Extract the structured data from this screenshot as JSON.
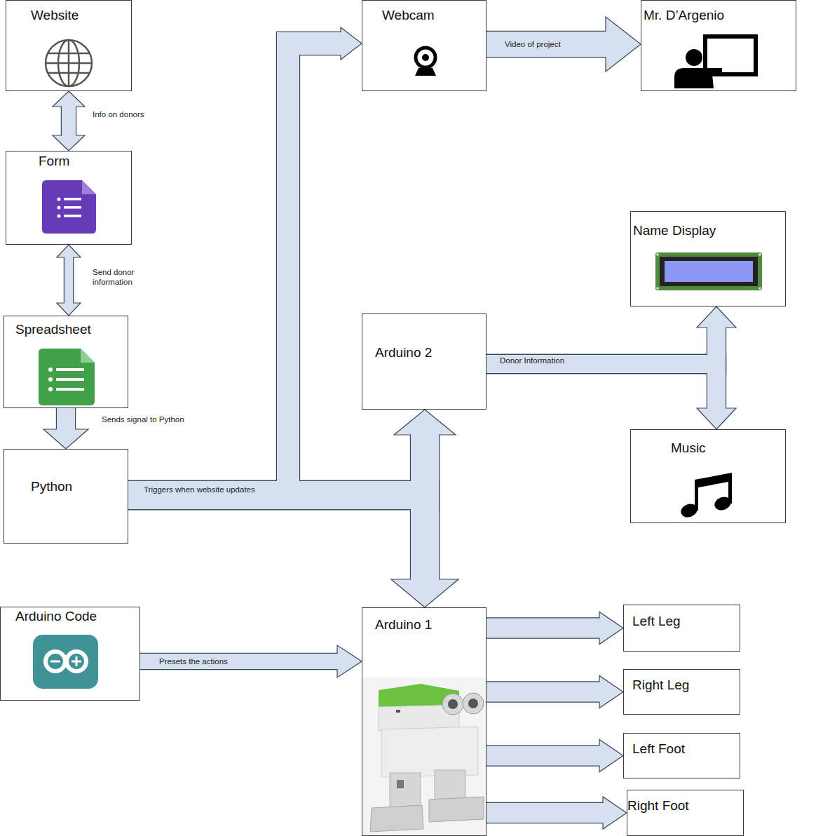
{
  "diagram": {
    "nodes": [
      {
        "text": [
          "Website"
        ]
      },
      {
        "text": [
          "Webcam"
        ]
      },
      {
        "text": [
          "Mr. D’Argenio"
        ]
      },
      {
        "text": [
          "Form"
        ]
      },
      {
        "text": [
          "Name Display"
        ]
      },
      {
        "text": [
          "Spreadsheet"
        ]
      },
      {
        "text": [
          "Arduino 2"
        ]
      },
      {
        "text": [
          "Music"
        ]
      },
      {
        "text": [
          "Python"
        ]
      },
      {
        "text": [
          "Arduino Code"
        ]
      },
      {
        "text": [
          "Arduino 1"
        ]
      },
      {
        "text": [
          "Left Leg"
        ]
      },
      {
        "text": [
          "Right Leg"
        ]
      },
      {
        "text": [
          "Left Foot"
        ]
      },
      {
        "text": [
          "Right Foot"
        ]
      }
    ],
    "edges": [
      {
        "from": 0,
        "to": 3,
        "label": "Info on donors",
        "arrow": "both"
      },
      {
        "from": 3,
        "to": 5,
        "label": "Send donor information",
        "arrow": "both"
      },
      {
        "from": 5,
        "to": 8,
        "label": "Sends signal to Python",
        "arrow": "to"
      },
      {
        "from": 8,
        "to": 1,
        "label": "Triggers when website updates",
        "arrow": "to"
      },
      {
        "from": 8,
        "to": 6,
        "arrow": "to"
      },
      {
        "from": 8,
        "to": 10,
        "arrow": "to"
      },
      {
        "from": 1,
        "to": 2,
        "label": "Video of project",
        "arrow": "to"
      },
      {
        "from": 6,
        "to": 4,
        "label": "Donor Information",
        "arrow": "to"
      },
      {
        "from": 6,
        "to": 7,
        "arrow": "to"
      },
      {
        "from": 9,
        "to": 10,
        "label": "Presets the actions",
        "arrow": "to"
      },
      {
        "from": 10,
        "to": 11,
        "arrow": "to"
      },
      {
        "from": 10,
        "to": 12,
        "arrow": "to"
      },
      {
        "from": 10,
        "to": 13,
        "arrow": "to"
      },
      {
        "from": 10,
        "to": 14,
        "arrow": "to"
      }
    ]
  }
}
